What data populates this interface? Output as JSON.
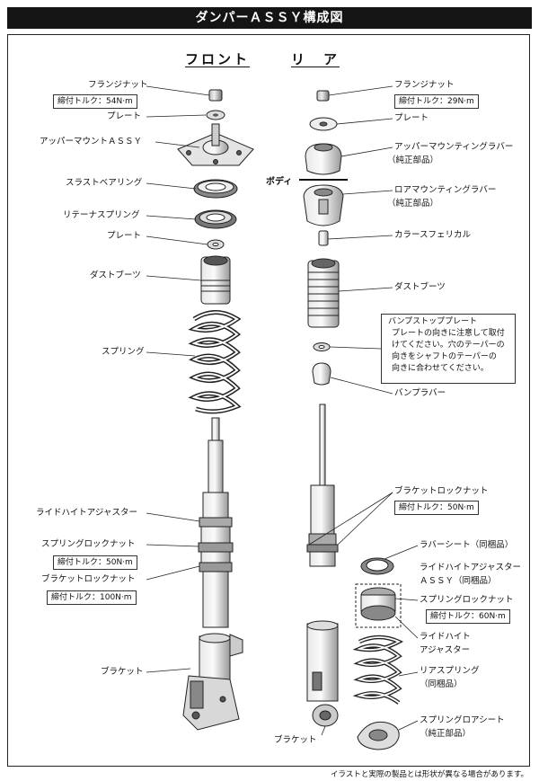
{
  "title": "ダンパーＡＳＳＹ構成図",
  "front": {
    "heading": "フロント",
    "labels": {
      "flange_nut": "フランジナット",
      "flange_nut_torque": "締付トルク：54N·m",
      "plate_top": "プレート",
      "upper_mount": "アッパーマウントＡＳＳＹ",
      "thrust_bearing": "スラストベアリング",
      "retainer_spring": "リテーナスプリング",
      "plate_mid": "プレート",
      "dust_boot": "ダストブーツ",
      "spring": "スプリング",
      "ride_height_adjuster": "ライドハイトアジャスター",
      "spring_lock_nut": "スプリングロックナット",
      "spring_lock_nut_torque": "締付トルク：50N·m",
      "bracket_lock_nut": "ブラケットロックナット",
      "bracket_lock_nut_torque": "締付トルク：100N·m",
      "bracket": "ブラケット"
    }
  },
  "rear": {
    "heading": "リ　ア",
    "labels": {
      "flange_nut": "フランジナット",
      "flange_nut_torque": "締付トルク：29N·m",
      "plate": "プレート",
      "upper_mounting_rubber": "アッパーマウンティングラバー",
      "upper_mounting_rubber_note": "（純正部品）",
      "body": "ボディ",
      "lower_mounting_rubber": "ロアマウンティングラバー",
      "lower_mounting_rubber_note": "（純正部品）",
      "collar_spherical": "カラースフェリカル",
      "dust_boot": "ダストブーツ",
      "bump_stop_plate_title": "バンプストッププレート",
      "bump_stop_plate_note": [
        "プレートの向きに注意して取付",
        "けてください。穴のテーパーの",
        "向きをシャフトのテーパーの",
        "向きに合わせてください。"
      ],
      "bump_rubber": "バンプラバー",
      "bracket_lock_nut": "ブラケットロックナット",
      "bracket_lock_nut_torque": "締付トルク：50N·m",
      "rubber_seat": "ラバーシート（同梱品）",
      "ride_height_adjuster_assy_1": "ライドハイトアジャスター",
      "ride_height_adjuster_assy_2": "ＡＳＳＹ（同梱品）",
      "spring_lock_nut": "スプリングロックナット",
      "spring_lock_nut_torque": "締付トルク：60N·m",
      "ride_height_1": "ライドハイト",
      "ride_height_2": "アジャスター",
      "rear_spring_1": "リアスプリング",
      "rear_spring_2": "（同梱品）",
      "spring_lower_seat_1": "スプリングロアシート",
      "spring_lower_seat_2": "（純正部品）",
      "bracket": "ブラケット"
    }
  },
  "footer": "イラストと実際の製品とは形状が異なる場合があります。"
}
